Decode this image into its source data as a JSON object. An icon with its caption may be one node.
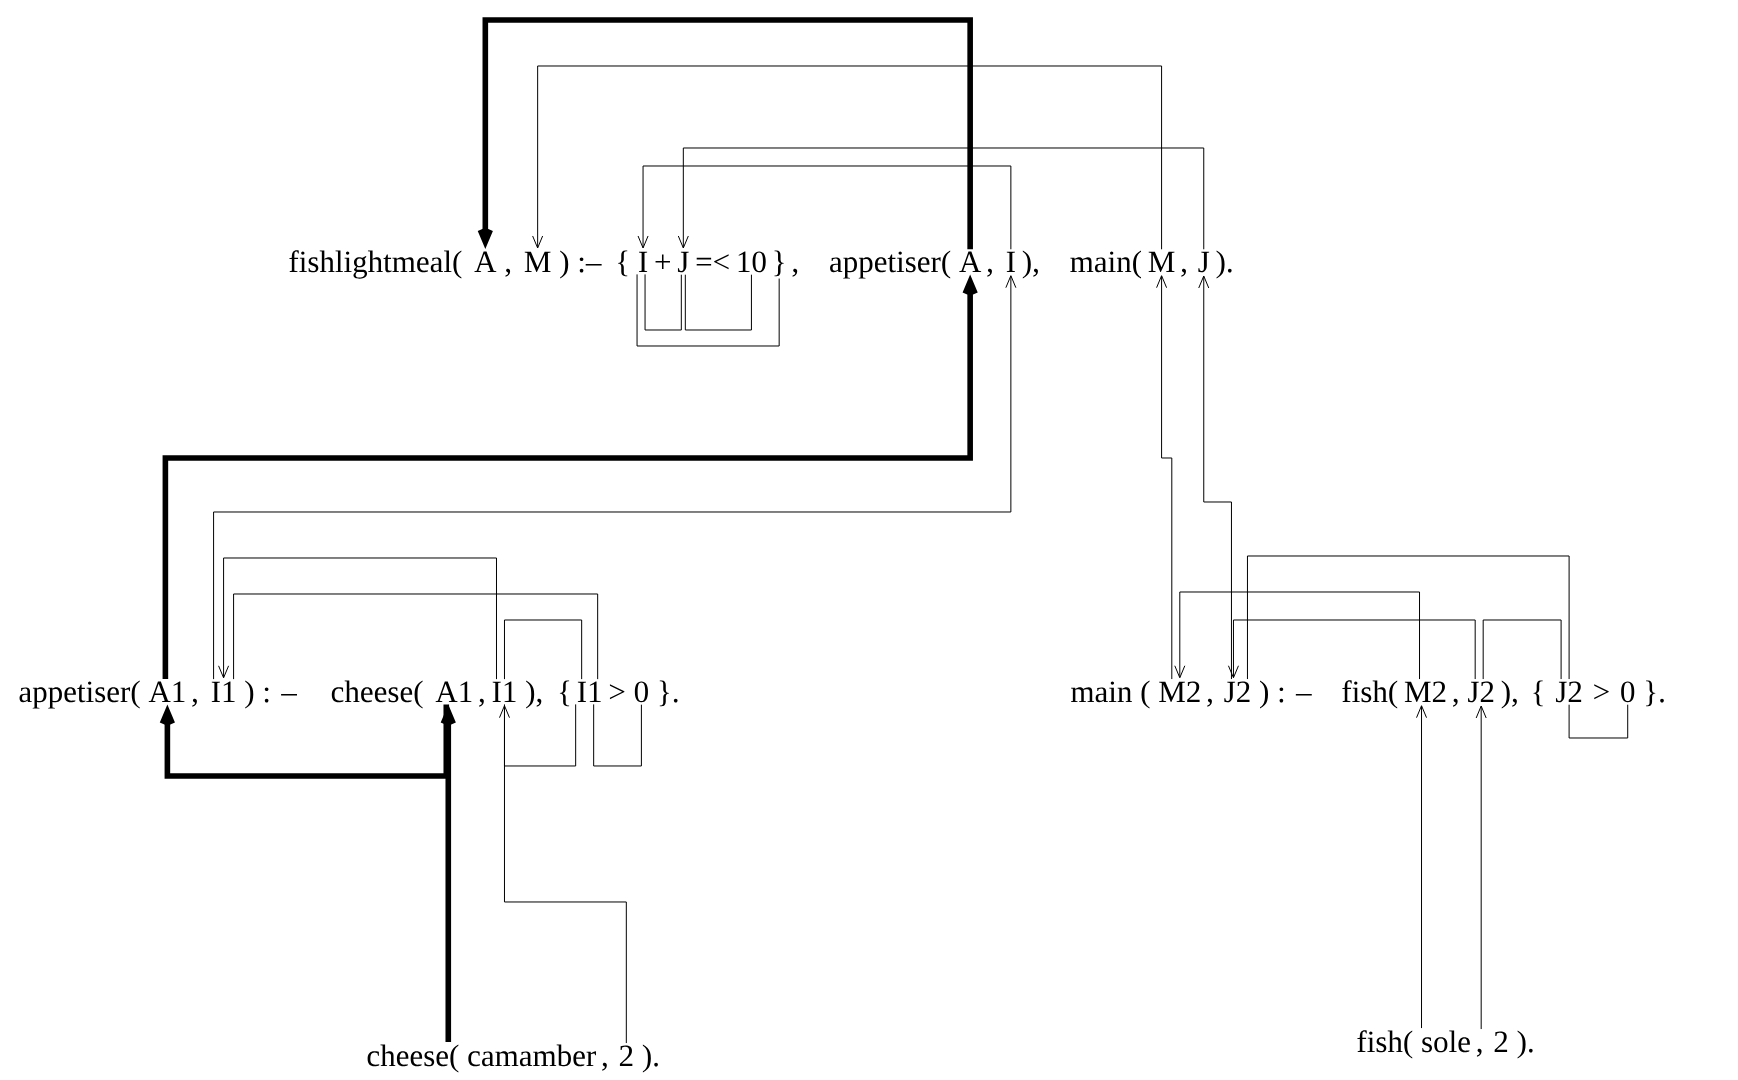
{
  "diagram": {
    "nodes": [
      {
        "text": [
          "A"
        ]
      },
      {
        "text": [
          "M"
        ]
      },
      {
        "text": [
          "I"
        ]
      },
      {
        "text": [
          "J"
        ]
      },
      {
        "text": [
          "10"
        ]
      },
      {
        "text": [
          "}"
        ]
      },
      {
        "text": [
          "A"
        ]
      },
      {
        "text": [
          "I"
        ]
      },
      {
        "text": [
          "M"
        ]
      },
      {
        "text": [
          "J"
        ]
      },
      {
        "text": [
          "A1"
        ]
      },
      {
        "text": [
          "I1"
        ]
      },
      {
        "text": [
          "A1"
        ]
      },
      {
        "text": [
          "I1"
        ]
      },
      {
        "text": [
          "I1"
        ]
      },
      {
        "text": [
          "0"
        ]
      },
      {
        "text": [
          "M2"
        ]
      },
      {
        "text": [
          "J2"
        ]
      },
      {
        "text": [
          "M2"
        ]
      },
      {
        "text": [
          "J2"
        ]
      },
      {
        "text": [
          "J2"
        ]
      },
      {
        "text": [
          "0"
        ]
      },
      {
        "text": [
          "camamber"
        ]
      },
      {
        "text": [
          "2"
        ]
      },
      {
        "text": [
          "sole"
        ]
      },
      {
        "text": [
          "2"
        ]
      }
    ],
    "edges": [
      {
        "from": 6,
        "to": 0,
        "arrow": "to",
        "style": "thick"
      },
      {
        "from": 8,
        "to": 1,
        "arrow": "to"
      },
      {
        "from": 9,
        "to": 3,
        "arrow": "to"
      },
      {
        "from": 7,
        "to": 2,
        "arrow": "to"
      },
      {
        "from": 2,
        "to": 3,
        "arrow": "none"
      },
      {
        "from": 3,
        "to": 4,
        "arrow": "none"
      },
      {
        "from": 2,
        "to": 5,
        "arrow": "none"
      },
      {
        "from": 10,
        "to": 6,
        "arrow": "to",
        "style": "thick"
      },
      {
        "from": 11,
        "to": 7,
        "arrow": "to"
      },
      {
        "from": 13,
        "to": 11,
        "arrow": "to"
      },
      {
        "from": 14,
        "to": 11,
        "arrow": "none"
      },
      {
        "from": 13,
        "to": 14,
        "arrow": "none"
      },
      {
        "from": 13,
        "to": 14,
        "arrow": "none"
      },
      {
        "from": 14,
        "to": 15,
        "arrow": "none"
      },
      {
        "from": 12,
        "to": 10,
        "arrow": "to",
        "style": "thick"
      },
      {
        "from": 22,
        "to": 12,
        "arrow": "to",
        "style": "thick"
      },
      {
        "from": 23,
        "to": 13,
        "arrow": "to"
      },
      {
        "from": 16,
        "to": 8,
        "arrow": "to"
      },
      {
        "from": 17,
        "to": 9,
        "arrow": "to"
      },
      {
        "from": 18,
        "to": 16,
        "arrow": "to"
      },
      {
        "from": 20,
        "to": 17,
        "arrow": "none"
      },
      {
        "from": 19,
        "to": 17,
        "arrow": "to"
      },
      {
        "from": 19,
        "to": 20,
        "arrow": "none"
      },
      {
        "from": 20,
        "to": 21,
        "arrow": "none"
      },
      {
        "from": 24,
        "to": 18,
        "arrow": "to"
      },
      {
        "from": 25,
        "to": 19,
        "arrow": "to"
      }
    ],
    "labels": [
      "fishlightmeal(",
      ",",
      ") :–",
      "{",
      "+",
      "=<",
      ",",
      "appetiser(",
      ",",
      "),",
      "main(",
      ",",
      ").",
      "appetiser(",
      ",",
      ") : –",
      "cheese(",
      ",",
      "),",
      "{",
      ">",
      "}.",
      "main (",
      ",",
      ") : –",
      "fish(",
      ",",
      "),",
      "{",
      ">",
      "}.",
      "cheese(",
      ",",
      ").",
      "fish(",
      ",",
      ")."
    ]
  }
}
